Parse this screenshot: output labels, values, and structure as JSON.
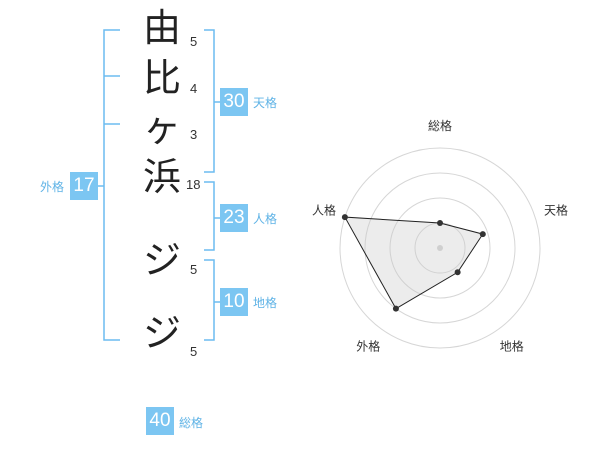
{
  "name": {
    "chars": [
      {
        "char": "由",
        "strokes": "5"
      },
      {
        "char": "比",
        "strokes": "4"
      },
      {
        "char": "ヶ",
        "strokes": "3"
      },
      {
        "char": "浜",
        "strokes": "18"
      },
      {
        "char": "ジ",
        "strokes": "5"
      },
      {
        "char": "ジ",
        "strokes": "5"
      }
    ]
  },
  "kakusu": {
    "tenkaku": {
      "value": "30",
      "label": "天格"
    },
    "jinkaku": {
      "value": "23",
      "label": "人格"
    },
    "chikaku": {
      "value": "10",
      "label": "地格"
    },
    "gaikaku": {
      "value": "17",
      "label": "外格"
    },
    "soukaku": {
      "value": "40",
      "label": "総格"
    }
  },
  "colors": {
    "bracket": "#6cbcf0",
    "box": "#7cc6f2",
    "label": "#5fb3e6"
  },
  "chart_data": {
    "type": "radar",
    "axes": [
      "総格",
      "天格",
      "地格",
      "外格",
      "人格"
    ],
    "values": [
      0.25,
      0.45,
      0.3,
      0.75,
      1.0
    ],
    "rings": 4,
    "max": 1.0
  }
}
